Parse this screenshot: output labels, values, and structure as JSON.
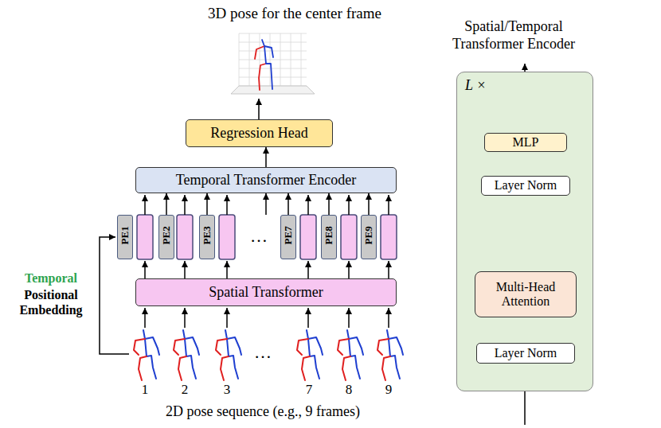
{
  "diagram": {
    "title": "3D pose for the center frame",
    "nodes": [
      {
        "text": [
          "Regression Head"
        ]
      },
      {
        "text": [
          "Temporal Transformer Encoder"
        ]
      },
      {
        "text": [
          "PE1"
        ]
      },
      {
        "text": [
          "PE2"
        ]
      },
      {
        "text": [
          "PE3"
        ]
      },
      {
        "text": [
          "PE7"
        ]
      },
      {
        "text": [
          "PE8"
        ]
      },
      {
        "text": [
          "PE9"
        ]
      },
      {
        "text": [
          "Spatial Transformer"
        ]
      },
      {
        "text": [
          "Spatial/Temporal Transformer Encoder",
          "L ×"
        ]
      },
      {
        "text": [
          "MLP"
        ],
        "in": 9
      },
      {
        "text": [
          "Layer Norm"
        ],
        "in": 9
      },
      {
        "text": [
          "Multi-Head Attention"
        ],
        "in": 9
      },
      {
        "text": [
          "Layer Norm"
        ],
        "in": 9
      }
    ],
    "edges": [
      {
        "from": 1,
        "to": 0,
        "arrow": "to"
      },
      {
        "from": 2,
        "to": 1,
        "arrow": "to"
      },
      {
        "from": 3,
        "to": 1,
        "arrow": "to"
      },
      {
        "from": 4,
        "to": 1,
        "arrow": "to"
      },
      {
        "from": 5,
        "to": 1,
        "arrow": "to"
      },
      {
        "from": 6,
        "to": 1,
        "arrow": "to"
      },
      {
        "from": 7,
        "to": 1,
        "arrow": "to"
      },
      {
        "from": 13,
        "to": 12,
        "arrow": "to"
      },
      {
        "from": 12,
        "to": 11,
        "arrow": "to"
      },
      {
        "from": 11,
        "to": 10,
        "arrow": "to"
      }
    ],
    "labels": [
      "…",
      "1",
      "2",
      "3",
      "…",
      "7",
      "8",
      "9",
      "2D pose sequence (e.g., 9 frames)",
      "Temporal",
      "Positional Embedding"
    ]
  }
}
